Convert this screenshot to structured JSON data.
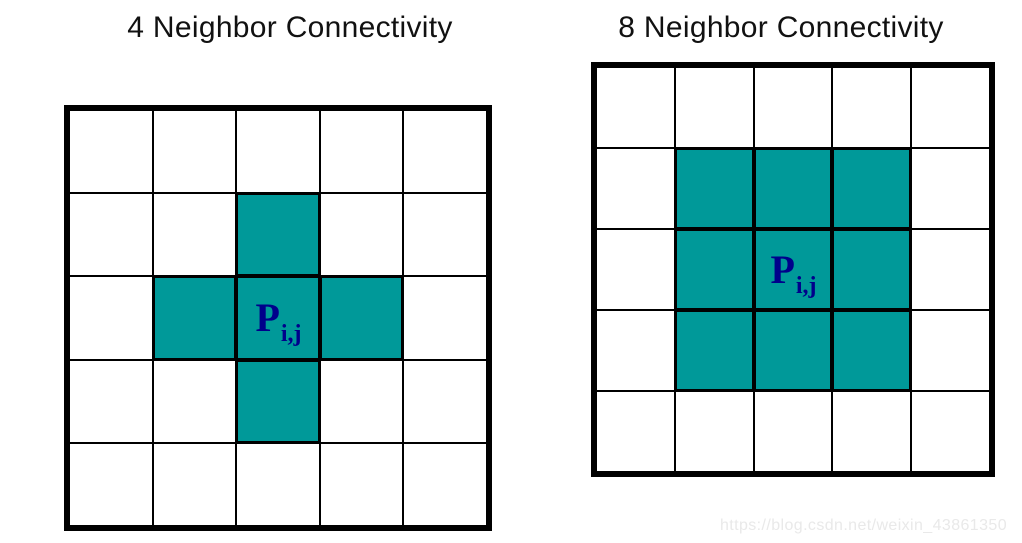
{
  "colors": {
    "background": "#ffffff",
    "cell_fill": "#009999",
    "line": "#000000",
    "label_text": "#00008B",
    "title_text": "#111111",
    "watermark_text": "#e9e9e9"
  },
  "diagrams": [
    {
      "id": "four-neighbor",
      "title": "4 Neighbor Connectivity",
      "grid_size": 5,
      "filled_cells": [
        [
          1,
          2
        ],
        [
          2,
          1
        ],
        [
          2,
          2
        ],
        [
          2,
          3
        ],
        [
          3,
          2
        ]
      ],
      "label_cell": [
        2,
        2
      ],
      "center_label": {
        "base": "P",
        "subscript": "i,j"
      }
    },
    {
      "id": "eight-neighbor",
      "title": "8 Neighbor Connectivity",
      "grid_size": 5,
      "filled_cells": [
        [
          1,
          1
        ],
        [
          1,
          2
        ],
        [
          1,
          3
        ],
        [
          2,
          1
        ],
        [
          2,
          2
        ],
        [
          2,
          3
        ],
        [
          3,
          1
        ],
        [
          3,
          2
        ],
        [
          3,
          3
        ]
      ],
      "label_cell": [
        2,
        2
      ],
      "center_label": {
        "base": "P",
        "subscript": "i,j"
      }
    }
  ],
  "watermark": {
    "text": "https://blog.csdn.net/weixin_43861350"
  }
}
